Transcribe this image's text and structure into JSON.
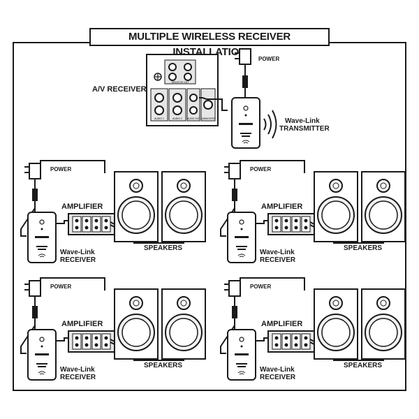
{
  "title": "MULTIPLE WIRELESS RECEIVER INSTALLATION",
  "av_receiver": {
    "label": "A/V RECEIVER",
    "jack_labels": [
      "MONITOR OUT",
      "AUDIO 1",
      "AUDIO 2",
      "AUDIO OUT",
      "SUBWOOFER"
    ]
  },
  "transmitter": {
    "label_line1": "Wave-Link",
    "label_line2": "TRANSMITTER",
    "power_label": "POWER"
  },
  "zones": [
    {
      "power_label": "POWER",
      "amp_label": "AMPLIFIER",
      "speakers_label": "SPEAKERS",
      "receiver_line1": "Wave-Link",
      "receiver_line2": "RECEIVER"
    },
    {
      "power_label": "POWER",
      "amp_label": "AMPLIFIER",
      "speakers_label": "SPEAKERS",
      "receiver_line1": "Wave-Link",
      "receiver_line2": "RECEIVER"
    },
    {
      "power_label": "POWER",
      "amp_label": "AMPLIFIER",
      "speakers_label": "SPEAKERS",
      "receiver_line1": "Wave-Link",
      "receiver_line2": "RECEIVER"
    },
    {
      "power_label": "POWER",
      "amp_label": "AMPLIFIER",
      "speakers_label": "SPEAKERS",
      "receiver_line1": "Wave-Link",
      "receiver_line2": "RECEIVER"
    }
  ],
  "colors": {
    "line": "#1a1a1a",
    "speaker_fill": "#f2f2f2",
    "device_fill": "#ffffff",
    "panel_fill": "#e6e6e6"
  }
}
